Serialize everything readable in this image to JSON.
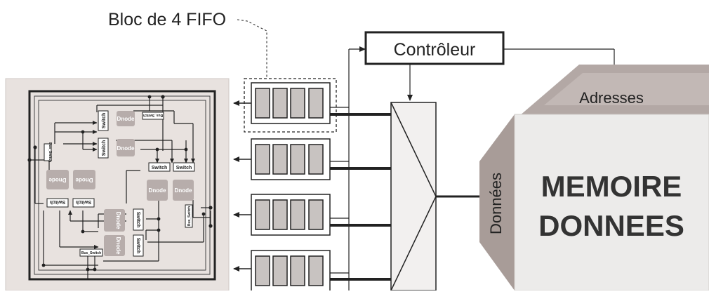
{
  "labels": {
    "fifo_block": "Bloc de 4 FIFO",
    "controller": "Contrôleur",
    "memory_line1": "MEMOIRE",
    "memory_line2": "DONNEES",
    "addresses": "Adresses",
    "data": "Données"
  },
  "chip": {
    "dnode": "Dnode",
    "switch": "Switch",
    "bus_switch": "Bus_Switch"
  },
  "colors": {
    "chip_bg": "#e8e2df",
    "dnode": "#b7adab",
    "memory_front": "#ecebea",
    "memory_side": "#a89c98",
    "fifo_cell": "#c8c3c1",
    "line": "#222222"
  }
}
